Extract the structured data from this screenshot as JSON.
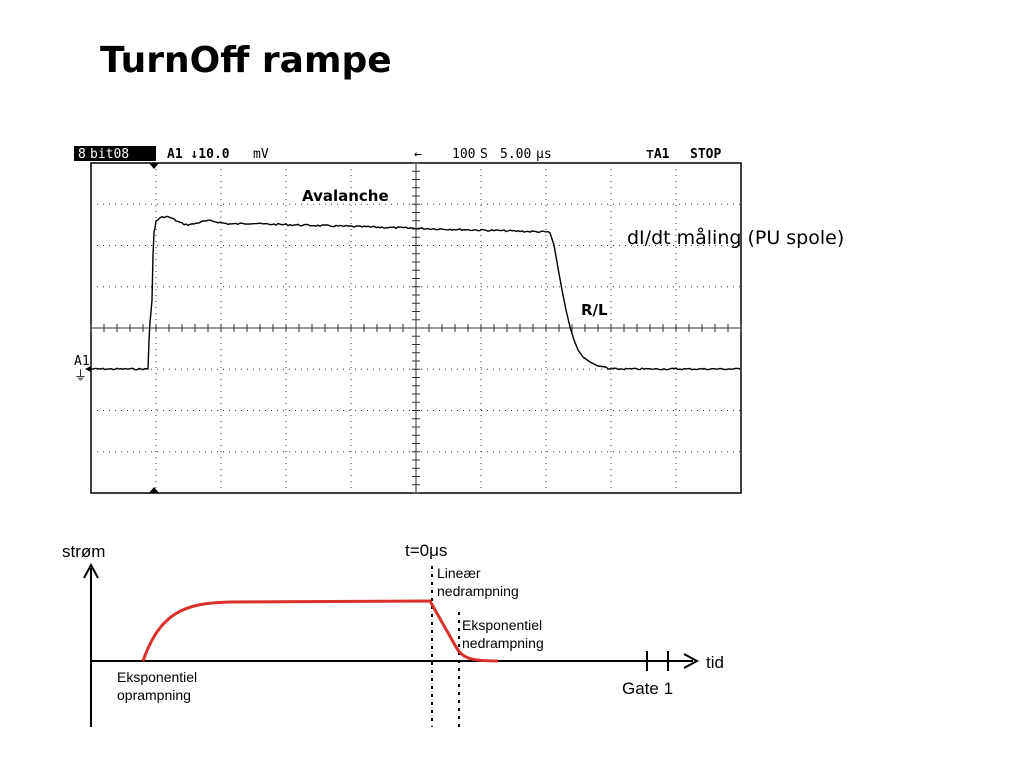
{
  "slide": {
    "title": "TurnOff rampe"
  },
  "scope": {
    "channel_label": "bit08",
    "channel_index": "8",
    "vscale": "A1 ↓10.0",
    "vscale_unit": "mV",
    "h_marker": "←",
    "timebase": "100",
    "timebase_unit": "S",
    "tb_scale": "5.00",
    "tb_unit": "μs",
    "trigger": "⊤A1",
    "mode": "STOP",
    "channel_marker": "A1"
  },
  "annotations": {
    "avalanche": "Avalanche",
    "didt": "dI/dt måling (PU spole)",
    "rl": "R/L"
  },
  "schematic": {
    "y_axis_label": "strøm",
    "t0_label": "t=0μs",
    "linear_label_1": "Lineær",
    "linear_label_2": "nedrampning",
    "exp_down_label_1": "Eksponentiel",
    "exp_down_label_2": "nedrampning",
    "exp_up_label_1": "Eksponentiel",
    "exp_up_label_2": "oprampning",
    "x_axis_label": "tid",
    "gate_label": "Gate 1",
    "curve_color": "#d9302c"
  }
}
